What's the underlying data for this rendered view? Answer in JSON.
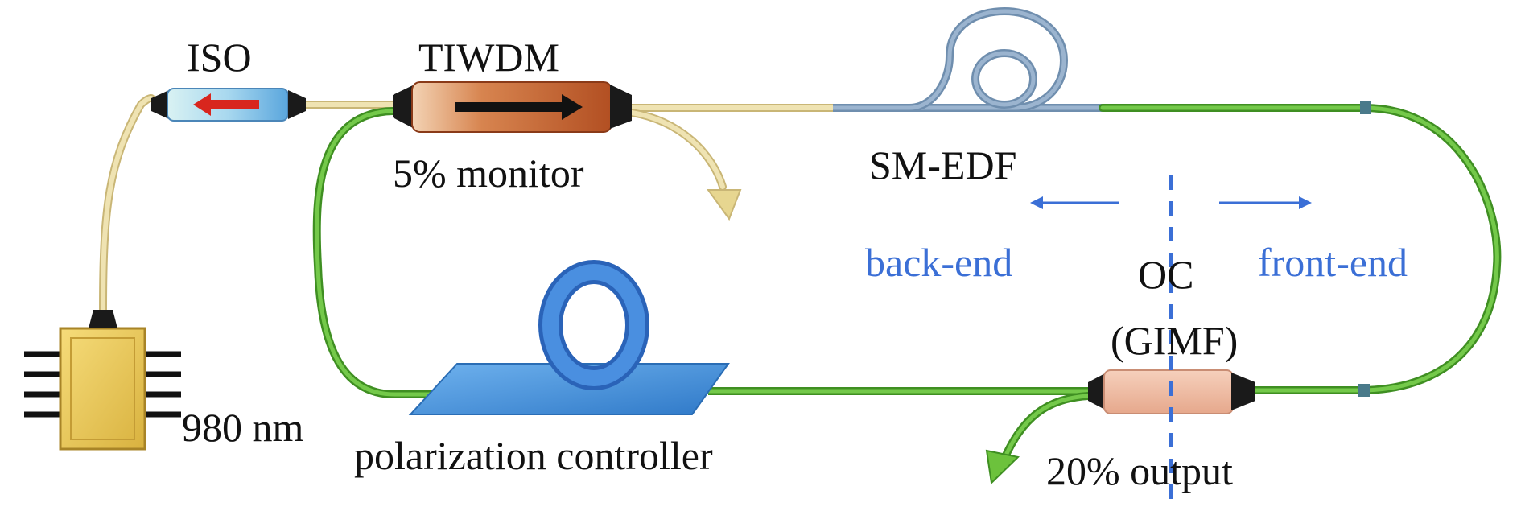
{
  "labels": {
    "iso": "ISO",
    "tiwdm": "TIWDM",
    "monitor": "5% monitor",
    "smedf": "SM-EDF",
    "backend": "back-end",
    "frontend": "front-end",
    "oc": "OC",
    "gimf": "(GIMF)",
    "pump": "980 nm",
    "pc": "polarization controller",
    "output": "20% output"
  },
  "colors": {
    "loop_fiber": "#5fb83a",
    "pump_fiber": "#e9dca6",
    "edf_fiber": "#8aa6c4",
    "annotation_blue": "#3b6fd6",
    "iso_body": "#a9d6ef",
    "iso_arrow": "#d8261e",
    "wdm_body": "#c96a3a",
    "oc_body": "#f0bca4",
    "pc_blue": "#3f86d6",
    "pump_box": "#e6c45a"
  },
  "icons": {
    "iso_arrow": "left-arrow-icon",
    "wdm_arrow": "right-arrow-icon"
  }
}
